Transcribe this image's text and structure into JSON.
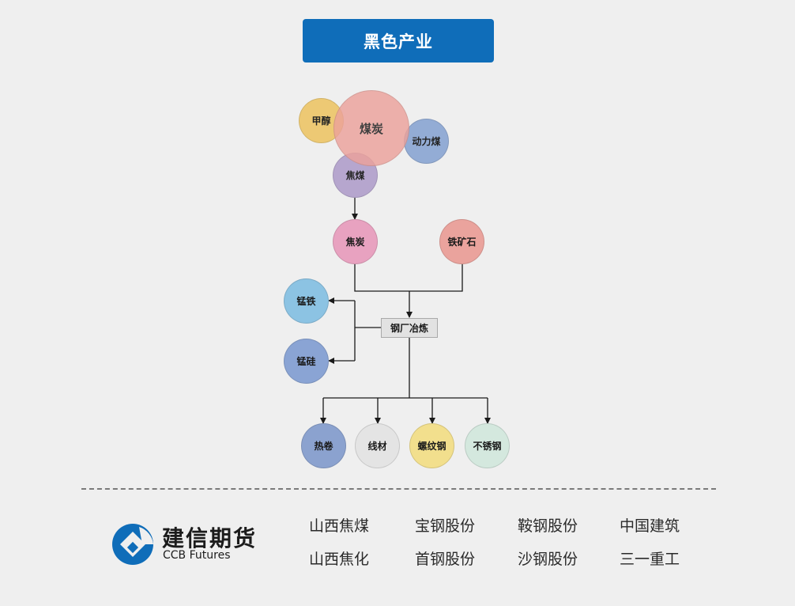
{
  "title": "黑色产业",
  "nodes": {
    "methanol": {
      "label": "甲醇",
      "color": "#edc86e"
    },
    "coal": {
      "label": "煤炭",
      "color": "#eca29b"
    },
    "thermal_coal": {
      "label": "动力煤",
      "color": "#8fa9d4"
    },
    "coking_coal": {
      "label": "焦煤",
      "color": "#b3a3cd"
    },
    "coke": {
      "label": "焦炭",
      "color": "#e8a2c0"
    },
    "iron_ore": {
      "label": "铁矿石",
      "color": "#eaa39d"
    },
    "ferromanganese": {
      "label": "锰铁",
      "color": "#8cc3e3"
    },
    "silicomanganese": {
      "label": "锰硅",
      "color": "#8aa4d4"
    },
    "steel_mill": {
      "label": "钢厂冶炼"
    },
    "hot_coil": {
      "label": "热卷",
      "color": "#8ba2cf"
    },
    "wire_rod": {
      "label": "线材",
      "color": "#e4e4e4"
    },
    "rebar": {
      "label": "螺纹钢",
      "color": "#f2df8d"
    },
    "stainless": {
      "label": "不锈钢",
      "color": "#d4e8de"
    }
  },
  "footer": {
    "brand_cn": "建信期货",
    "brand_en": "CCB Futures",
    "brand_color": "#0f6db9",
    "companies": [
      "山西焦煤",
      "宝钢股份",
      "鞍钢股份",
      "中国建筑",
      "山西焦化",
      "首钢股份",
      "沙钢股份",
      "三一重工"
    ]
  }
}
